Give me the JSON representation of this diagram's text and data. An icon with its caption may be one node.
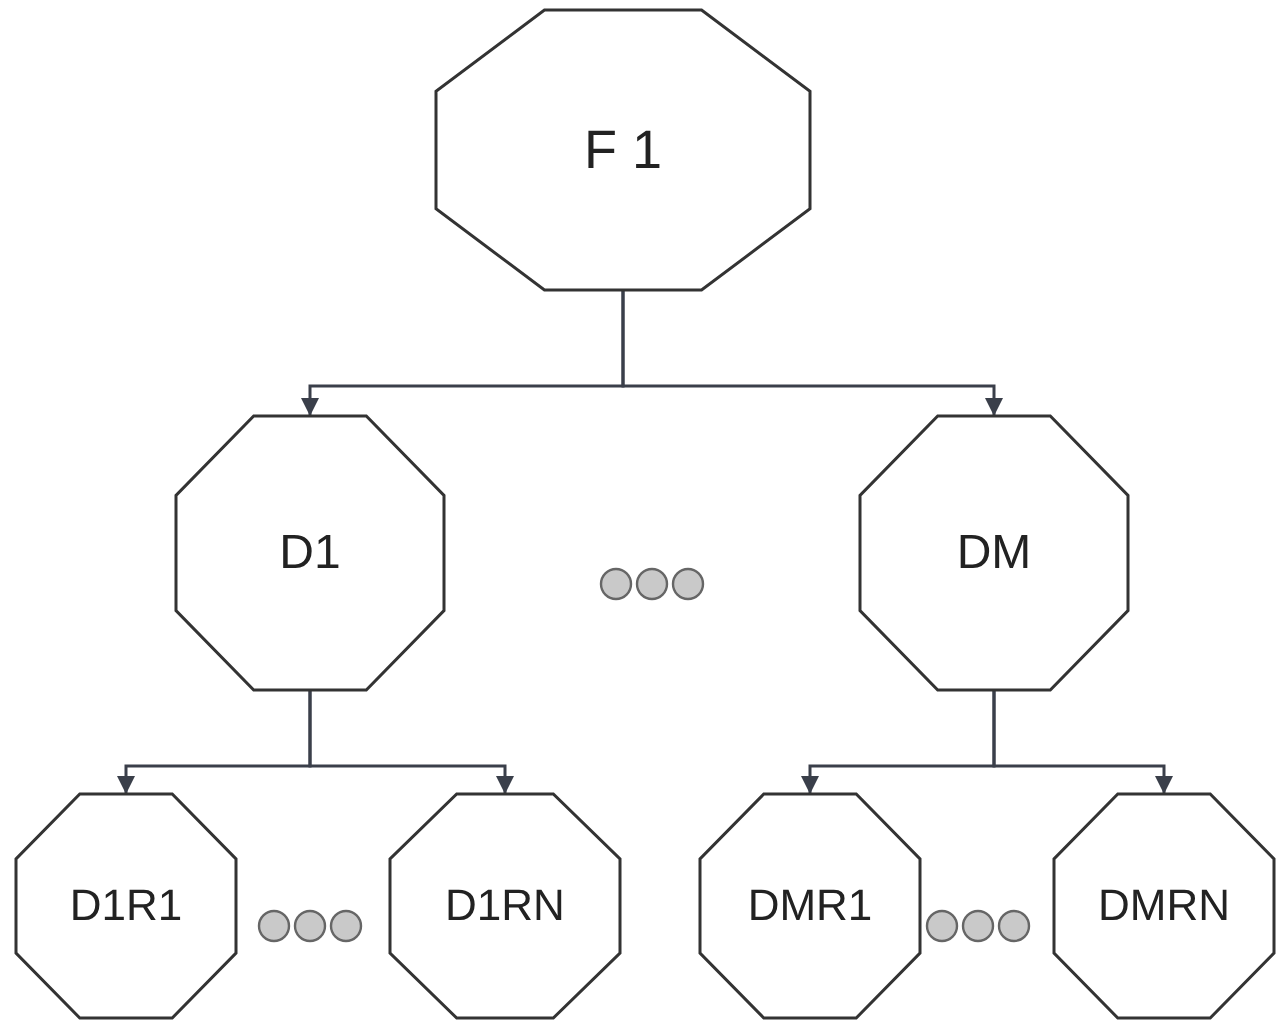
{
  "diagram": {
    "nodes": [
      {
        "text": [
          "F 1"
        ]
      },
      {
        "text": [
          "D1"
        ]
      },
      {
        "text": [
          "DM"
        ]
      },
      {
        "text": [
          "D1R1"
        ]
      },
      {
        "text": [
          "D1RN"
        ]
      },
      {
        "text": [
          "DMR1"
        ]
      },
      {
        "text": [
          "DMRN"
        ]
      }
    ],
    "edges": [
      {
        "from": 0,
        "to": 1,
        "arrow": "to"
      },
      {
        "from": 0,
        "to": 2,
        "arrow": "to"
      },
      {
        "from": 1,
        "to": 3,
        "arrow": "to"
      },
      {
        "from": 1,
        "to": 4,
        "arrow": "to"
      },
      {
        "from": 2,
        "to": 5,
        "arrow": "to"
      },
      {
        "from": 2,
        "to": 6,
        "arrow": "to"
      }
    ]
  }
}
